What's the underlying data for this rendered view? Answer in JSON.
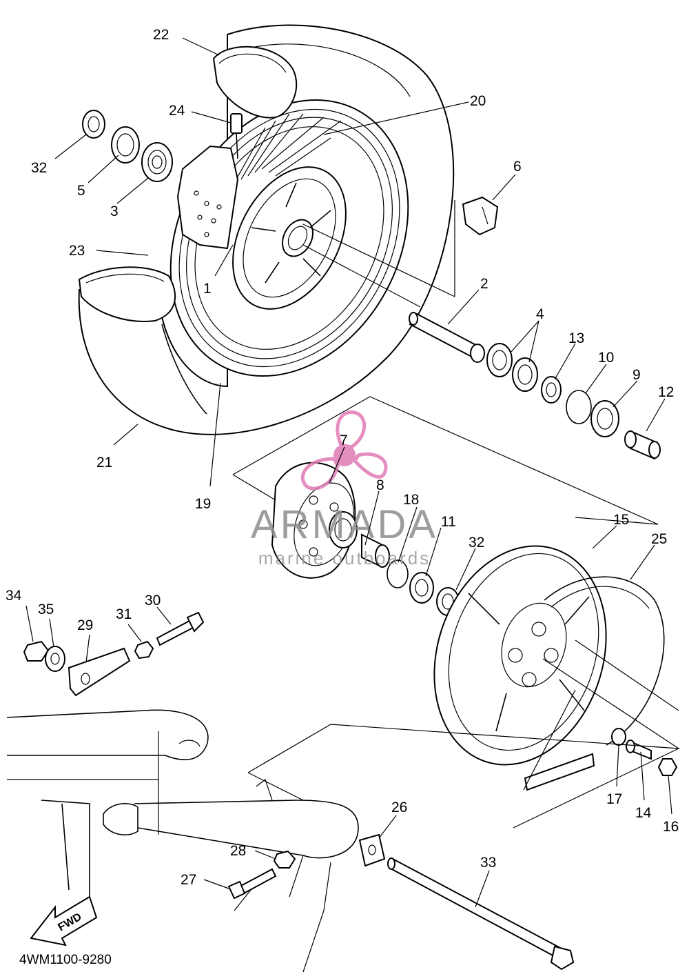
{
  "diagram_code": "4WM1100-9280",
  "watermark": {
    "brand": "ARMADA",
    "tagline": "marine outboards",
    "logo_color": "#e07ab4"
  },
  "direction_arrow": {
    "label": "FWD"
  },
  "callouts": [
    "1",
    "2",
    "3",
    "4",
    "5",
    "6",
    "7",
    "8",
    "9",
    "10",
    "11",
    "12",
    "13",
    "14",
    "15",
    "16",
    "17",
    "18",
    "19",
    "20",
    "21",
    "22",
    "23",
    "24",
    "25",
    "26",
    "27",
    "28",
    "29",
    "30",
    "31",
    "32",
    "32",
    "33",
    "34",
    "35"
  ]
}
